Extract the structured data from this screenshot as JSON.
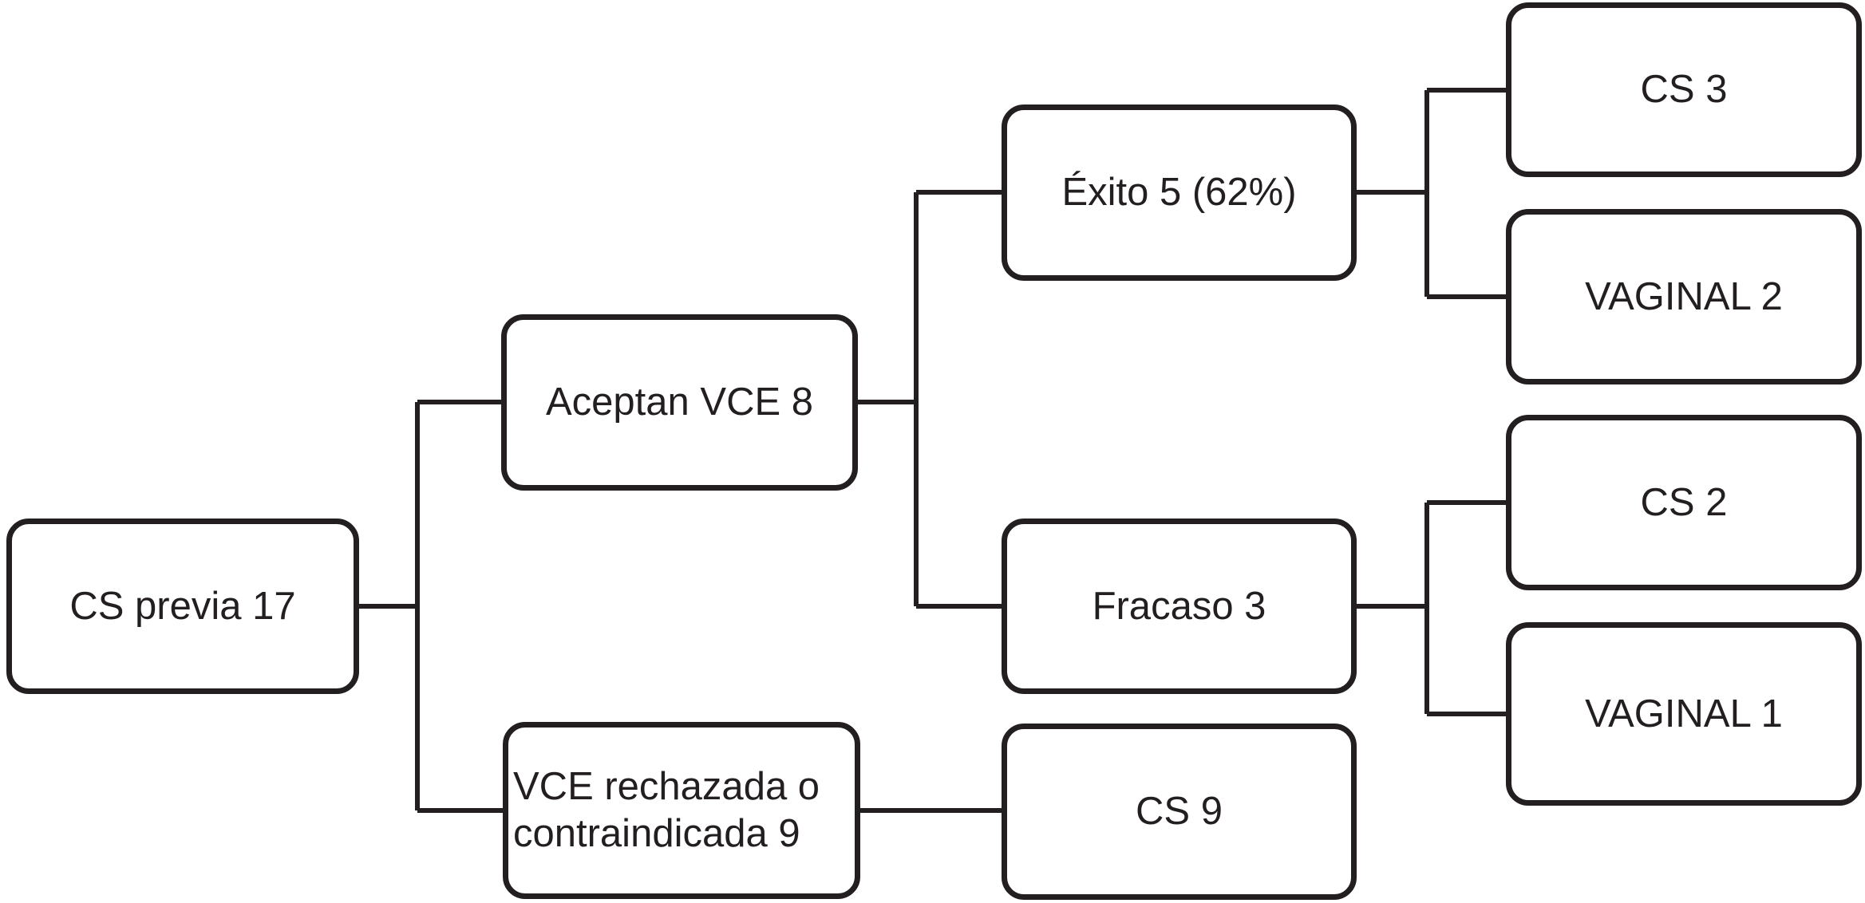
{
  "diagram": {
    "type": "flowchart",
    "language": "es",
    "background_color": "#ffffff",
    "box_fill_color": "#ffffff",
    "line_color": "#231f20",
    "text_color": "#231f20",
    "nodes": {
      "root": {
        "label": "CS previa 17"
      },
      "aceptan": {
        "label": "Aceptan VCE 8"
      },
      "rechazada": {
        "label": "VCE rechazada o contraindicada 9",
        "lines": [
          "VCE rechazada o",
          "contraindicada 9"
        ]
      },
      "exito": {
        "label": "Éxito 5 (62%)"
      },
      "fracaso": {
        "label": "Fracaso 3"
      },
      "cs9": {
        "label": "CS 9"
      },
      "cs3": {
        "label": "CS 3"
      },
      "vaginal2": {
        "label": "VAGINAL 2"
      },
      "cs2": {
        "label": "CS 2"
      },
      "vaginal1": {
        "label": "VAGINAL 1"
      }
    },
    "edges": [
      {
        "from": "CS previa 17",
        "to": "Aceptan VCE 8"
      },
      {
        "from": "CS previa 17",
        "to": "VCE rechazada o contraindicada 9"
      },
      {
        "from": "Aceptan VCE 8",
        "to": "Éxito 5 (62%)"
      },
      {
        "from": "Aceptan VCE 8",
        "to": "Fracaso 3"
      },
      {
        "from": "Éxito 5 (62%)",
        "to": "CS 3"
      },
      {
        "from": "Éxito 5 (62%)",
        "to": "VAGINAL 2"
      },
      {
        "from": "Fracaso 3",
        "to": "CS 2"
      },
      {
        "from": "Fracaso 3",
        "to": "VAGINAL 1"
      },
      {
        "from": "VCE rechazada o contraindicada 9",
        "to": "CS 9"
      }
    ]
  }
}
